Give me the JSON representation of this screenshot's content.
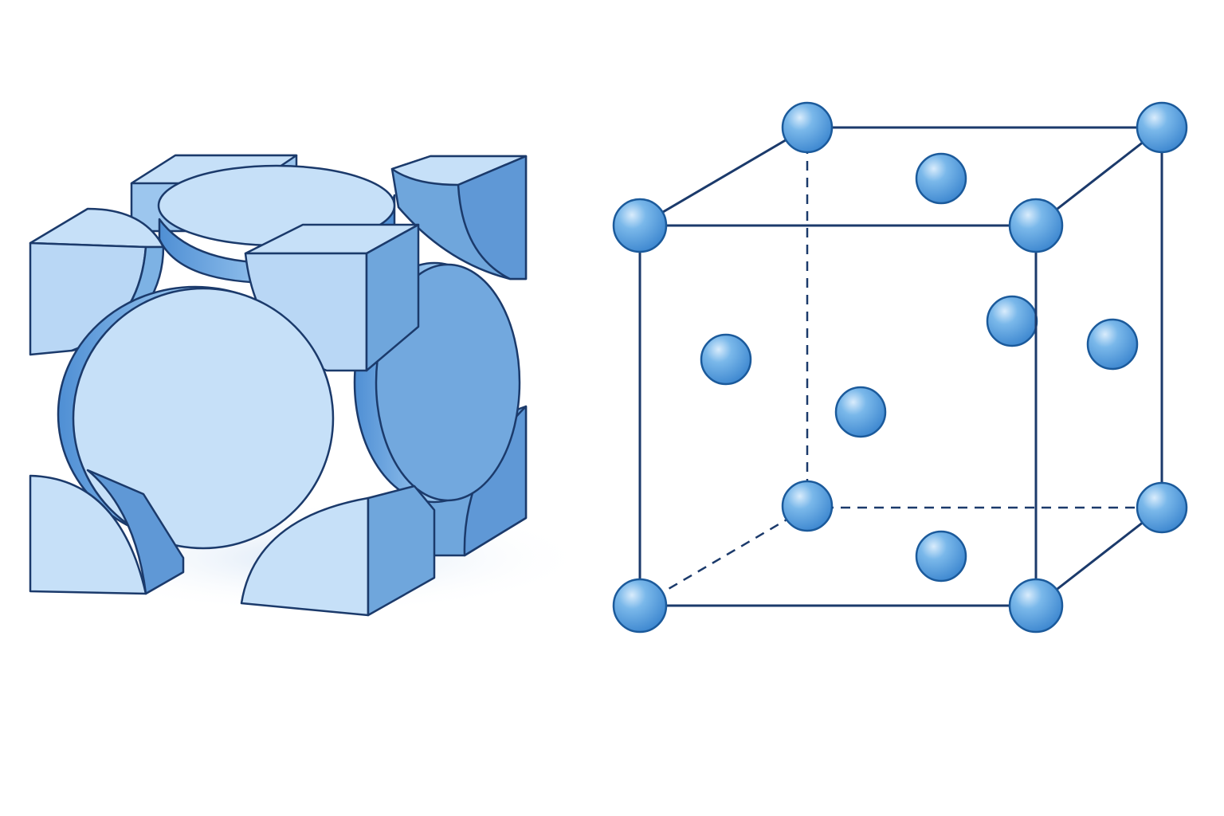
{
  "colors": {
    "background": "#ffffff",
    "outline": "#1b3a6b",
    "atom_fill": "#5aa3e0",
    "atom_highlight": "#cfe6fb",
    "face_light": "#c6e0f8",
    "face_mid": "#8fbde9",
    "face_dark": "#6fa6dc"
  },
  "space_filling_model": {
    "style": "cut atoms"
  },
  "lattice_model": {
    "edges": "solid",
    "hidden_edges": "dashed"
  }
}
